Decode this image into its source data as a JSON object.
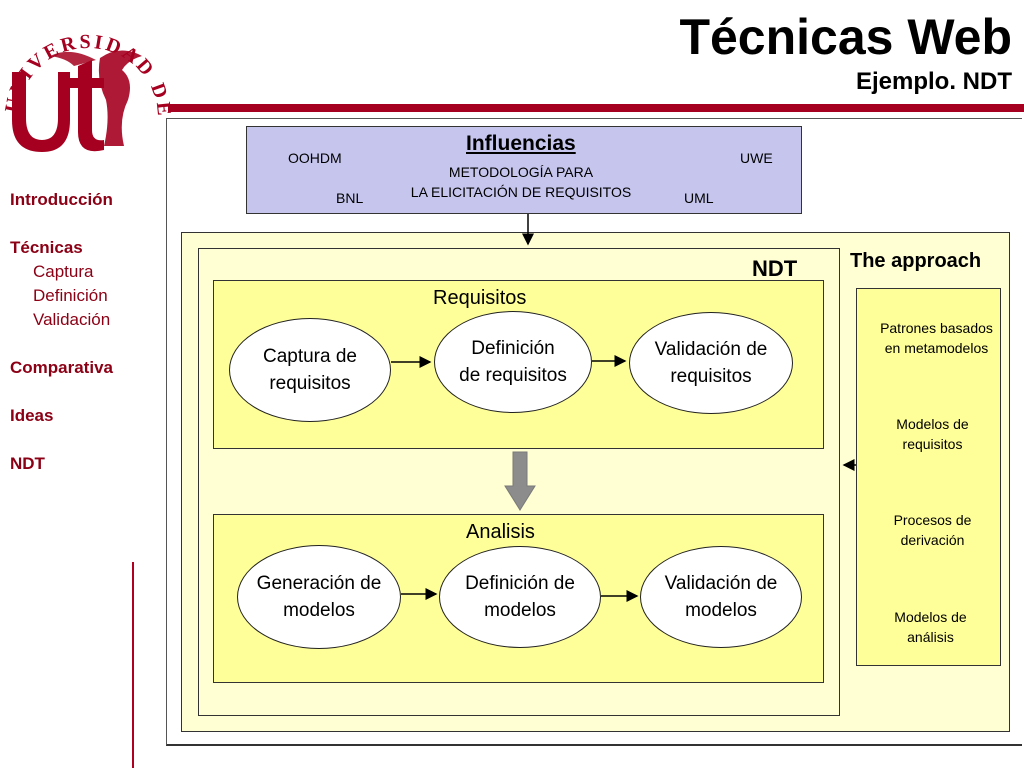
{
  "header": {
    "title": "Técnicas Web",
    "subtitle": "Ejemplo. NDT"
  },
  "logo": {
    "name": "university-of-seville-logo",
    "text": "UNIVERSIDAD DE SEVILLA",
    "primary_color": "#a5001f"
  },
  "sidebar": {
    "items": [
      {
        "label": "Introducción"
      },
      {
        "label": "Técnicas"
      },
      {
        "label": "Captura"
      },
      {
        "label": "Definición"
      },
      {
        "label": "Validación"
      },
      {
        "label": "Comparativa"
      },
      {
        "label": "Ideas"
      },
      {
        "label": "NDT"
      }
    ]
  },
  "influencias": {
    "title": "Influencias",
    "oohdm": "OOHDM",
    "uwe": "UWE",
    "bnl": "BNL",
    "uml": "UML",
    "method_line1": "METODOLOGÍA PARA",
    "method_line2": "LA ELICITACIÓN DE REQUISITOS"
  },
  "approach": {
    "label": "The approach",
    "ndt": "NDT",
    "side_items": [
      {
        "line1": "Patrones basados",
        "line2": "en metamodelos"
      },
      {
        "line1": "Modelos de",
        "line2": "requisitos"
      },
      {
        "line1": "Procesos de",
        "line2": "derivación"
      },
      {
        "line1": "Modelos de",
        "line2": "análisis"
      }
    ]
  },
  "requisitos": {
    "label": "Requisitos",
    "nodes": [
      {
        "line1": "Captura de",
        "line2": "requisitos"
      },
      {
        "line1": "Definición",
        "line2": "de requisitos"
      },
      {
        "line1": "Validación de",
        "line2": "requisitos"
      }
    ]
  },
  "analisis": {
    "label": "Analisis",
    "nodes": [
      {
        "line1": "Generación de",
        "line2": "modelos"
      },
      {
        "line1": "Definición de",
        "line2": "modelos"
      },
      {
        "line1": "Validación de",
        "line2": "modelos"
      }
    ]
  },
  "colors": {
    "influencias_bg": "#c5c5ee",
    "approach_bg": "#ffffd3",
    "stage_bg": "#ffff99",
    "brand_red": "#a5001f"
  }
}
